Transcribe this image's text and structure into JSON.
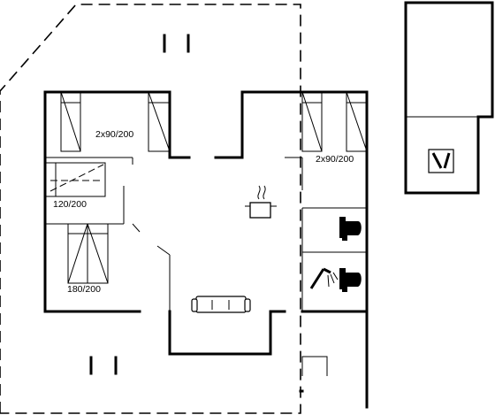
{
  "labels": {
    "room_top_left": "2x90/200",
    "room_top_right": "2x90/200",
    "room_mid_left": "120/200",
    "room_bottom_left": "180/200"
  },
  "icons": [
    "bed-icon",
    "stove-pot-icon",
    "sofa-icon",
    "toilet-icon",
    "shower-icon",
    "broom-icon",
    "door-marker"
  ],
  "colors": {
    "line": "#000000",
    "background": "#ffffff"
  }
}
